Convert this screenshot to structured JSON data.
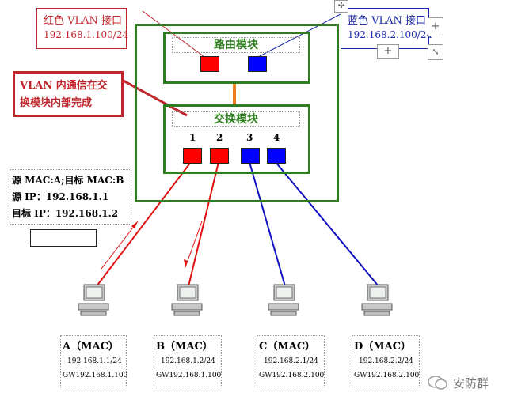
{
  "callouts": {
    "red_vlan_interface": {
      "title": "红色 VLAN 接口",
      "ip": "192.168.1.100/24"
    },
    "blue_vlan_interface": {
      "title": "蓝色 VLAN 接口",
      "ip": "192.168.2.100/24"
    },
    "intra_vlan_note": {
      "line1": "VLAN 内通信在交",
      "line2": "换模块内部完成"
    }
  },
  "modules": {
    "router": {
      "title": "路由模块"
    },
    "switch": {
      "title": "交换模块"
    }
  },
  "ports": [
    {
      "label": "1",
      "color": "#ff0000"
    },
    {
      "label": "2",
      "color": "#ff0000"
    },
    {
      "label": "3",
      "color": "#0000ff"
    },
    {
      "label": "4",
      "color": "#0000ff"
    }
  ],
  "packet_info": {
    "line1": "源 MAC:A;目标 MAC:B",
    "line2": "源 IP：192.168.1.1",
    "line3": "目标 IP：192.168.1.2"
  },
  "hosts": [
    {
      "name": "A（MAC）",
      "ip": "192.168.1.1/24",
      "gw": "GW192.168.1.100"
    },
    {
      "name": "B（MAC）",
      "ip": "192.168.1.2/24",
      "gw": "GW192.168.1.100"
    },
    {
      "name": "C（MAC）",
      "ip": "192.168.2.1/24",
      "gw": "GW192.168.2.100"
    },
    {
      "name": "D（MAC）",
      "ip": "192.168.2.2/24",
      "gw": "GW192.168.2.100"
    }
  ],
  "editor_controls": {
    "plus": "+",
    "move": "move-icon",
    "resize": "resize-icon"
  },
  "watermark": {
    "text": "安防群"
  },
  "colors": {
    "red": "#ff0000",
    "blue": "#0000ff",
    "green": "#2e7d1e",
    "orange": "#f07c1c"
  }
}
